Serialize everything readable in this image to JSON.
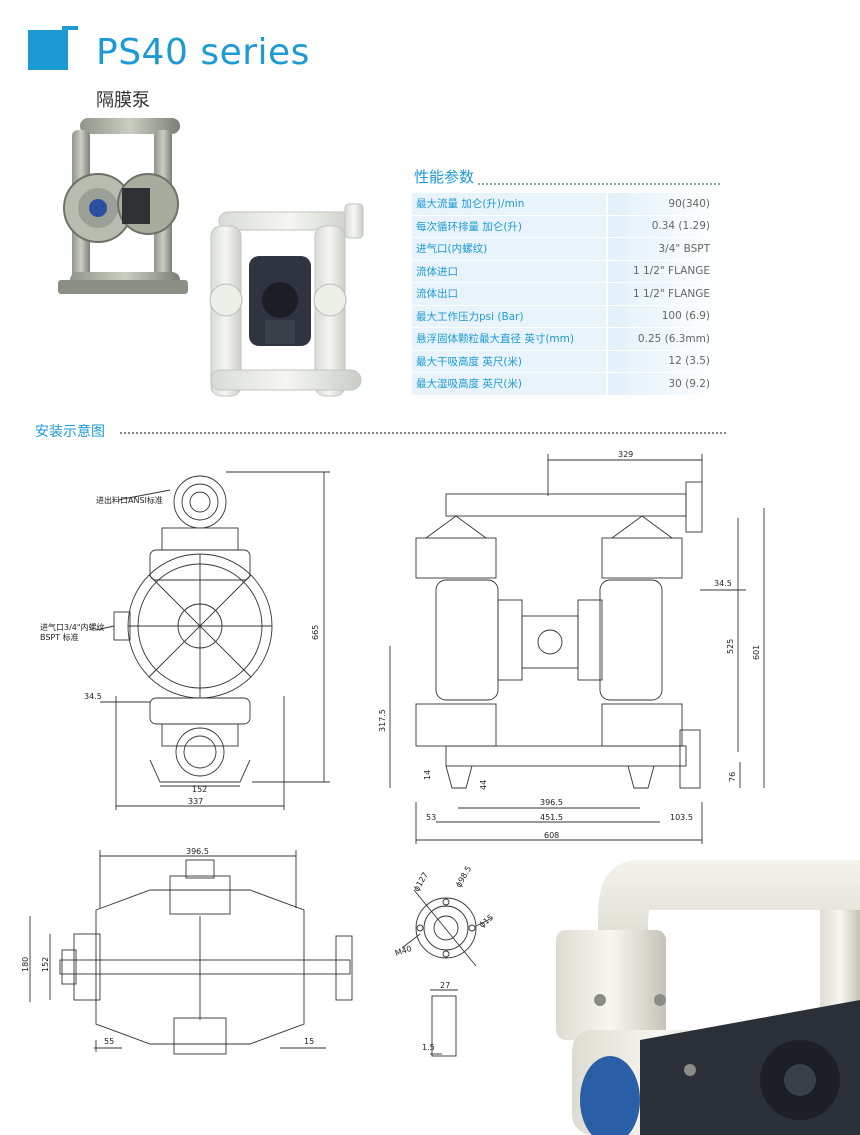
{
  "header": {
    "title": "PS40 series",
    "subtitle": "隔膜泵"
  },
  "specs": {
    "heading": "性能参数",
    "rows": [
      {
        "label": "最大流量 加仑(升)/min",
        "value": "90(340)"
      },
      {
        "label": "每次循环排量 加仑(升)",
        "value": "0.34 (1.29)"
      },
      {
        "label": "进气口(内螺纹)",
        "value": "3/4\"  BSPT"
      },
      {
        "label": "流体进口",
        "value": "1  1/2\"  FLANGE"
      },
      {
        "label": "流体出口",
        "value": "1  1/2\"  FLANGE"
      },
      {
        "label": "最大工作压力psi (Bar)",
        "value": "100 (6.9)"
      },
      {
        "label": "悬浮固体颗粒最大直径 英寸(mm)",
        "value": "0.25 (6.3mm)"
      },
      {
        "label": "最大干吸高度 英尺(米)",
        "value": "12 (3.5)"
      },
      {
        "label": "最大湿吸高度 英尺(米)",
        "value": "30 (9.2)"
      }
    ]
  },
  "install": {
    "heading": "安装示意图"
  },
  "front_view": {
    "note_outlet": "进出料口ANSI标准",
    "note_air_1": "进气口3/4\"内螺纹",
    "note_air_2": "BSPT 标准",
    "dim_height": "665",
    "dim_34_5": "34.5",
    "dim_152": "152",
    "dim_337": "337"
  },
  "side_view": {
    "dim_329": "329",
    "dim_34_5": "34.5",
    "dim_525": "525",
    "dim_601": "601",
    "dim_317_5": "317.5",
    "dim_14": "14",
    "dim_44": "44",
    "dim_76": "76",
    "dim_396_5": "396.5",
    "dim_53": "53",
    "dim_451_5": "451.5",
    "dim_103_5": "103.5",
    "dim_608": "608"
  },
  "top_view": {
    "dim_396_5": "396.5",
    "dim_180": "180",
    "dim_152": "152",
    "dim_55": "55",
    "dim_15": "15"
  },
  "flange_view": {
    "dim_127": "ϕ127",
    "dim_98_5": "ϕ98.5",
    "dim_m40": "M40",
    "dim_15": "ϕ15",
    "dim_27": "27",
    "dim_1_5": "1.5"
  },
  "colors": {
    "accent": "#1d9ad6",
    "table_bg": "#e8f3fb"
  }
}
